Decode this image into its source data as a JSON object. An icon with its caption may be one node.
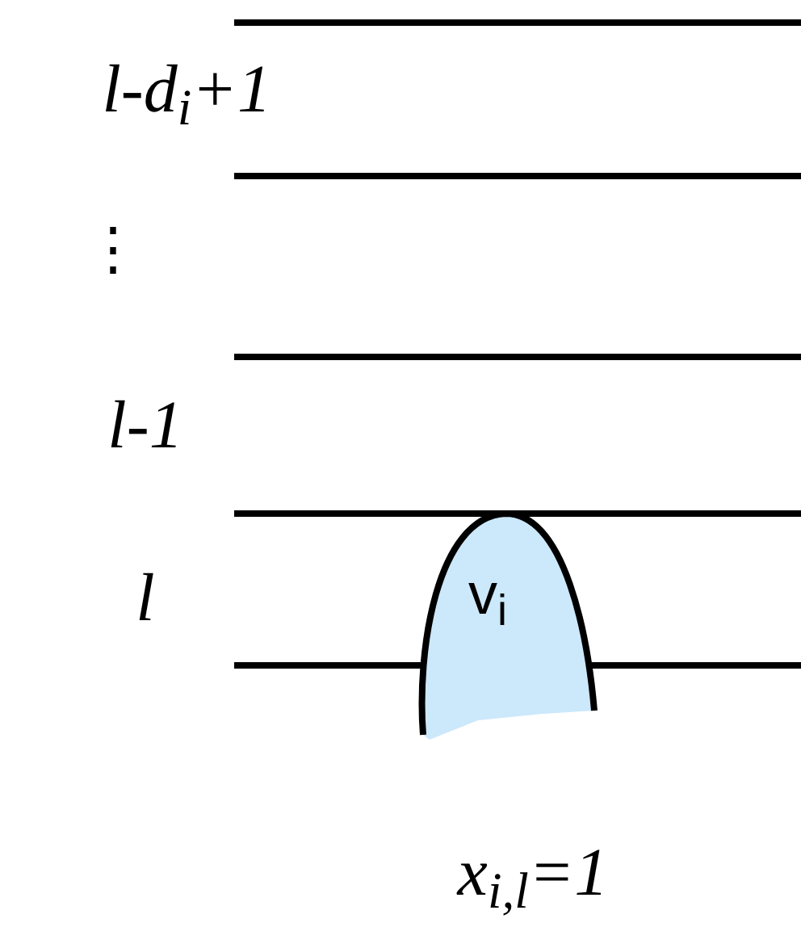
{
  "diagram": {
    "nodes": [
      {
        "text": [
          "v$_{i}$"
        ]
      }
    ],
    "labels": [
      "l-d$_{i}$+1",
      "⋮",
      "l-1",
      "l",
      "x$_{i,l}$=1"
    ]
  }
}
